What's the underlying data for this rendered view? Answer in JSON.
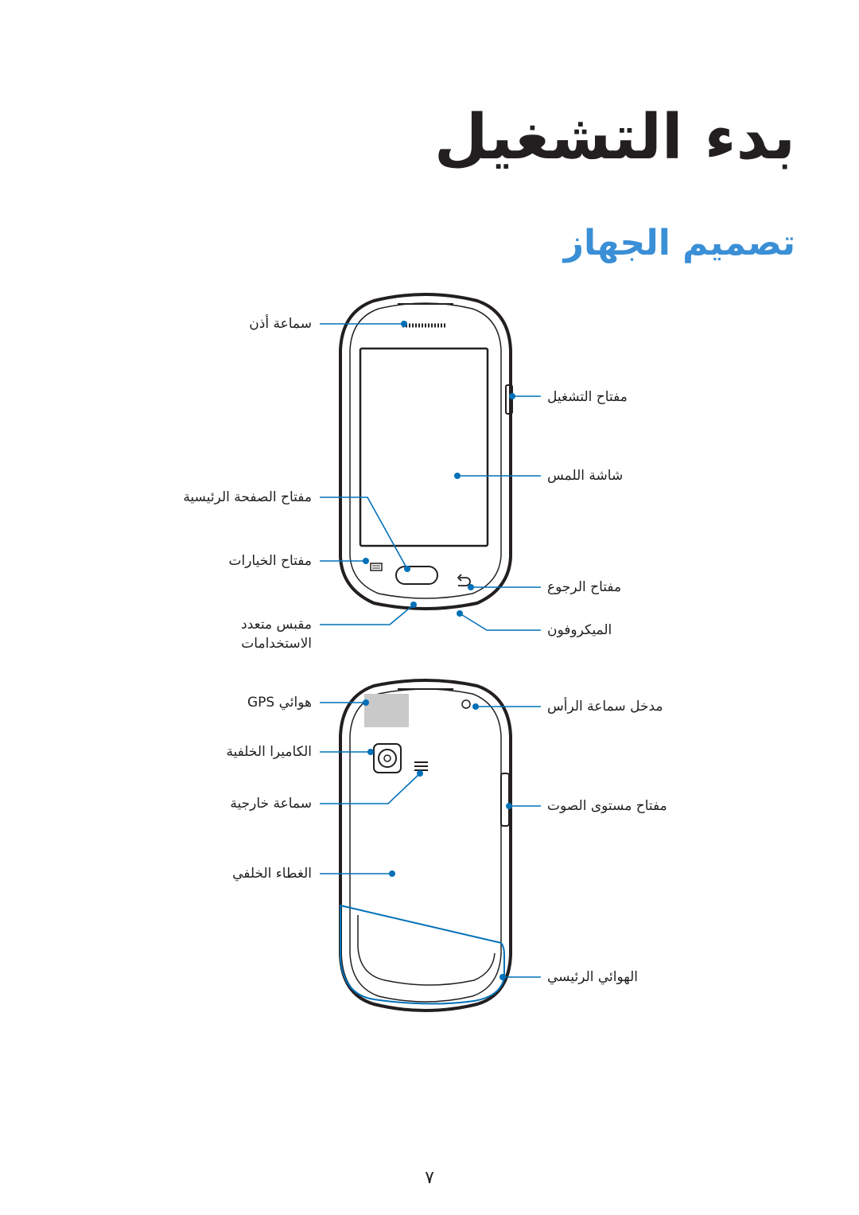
{
  "chapter_title": "بدء التشغيل",
  "section_title": "تصميم الجهاز",
  "front": {
    "left_labels": {
      "earpiece": "سماعة أذن",
      "home_key": "مفتاح الصفحة الرئيسية",
      "options_key": "مفتاح الخيارات",
      "multipurpose_jack_line1": "مقبس متعدد",
      "multipurpose_jack_line2": "الاستخدامات"
    },
    "right_labels": {
      "power_key": "مفتاح التشغيل",
      "touch_screen": "شاشة اللمس",
      "back_key": "مفتاح الرجوع",
      "microphone": "الميكروفون"
    }
  },
  "back": {
    "left_labels": {
      "gps_antenna": "هوائي GPS",
      "rear_camera": "الكاميرا الخلفية",
      "speaker": "سماعة خارجية",
      "back_cover": "الغطاء الخلفي"
    },
    "right_labels": {
      "headset_jack": "مدخل سماعة الرأس",
      "volume_key": "مفتاح مستوى الصوت",
      "main_antenna": "الهوائي الرئيسي"
    }
  },
  "page_number": "٧",
  "colors": {
    "accent": "#3a8fd6",
    "callout": "#0070b8",
    "text": "#231f20"
  }
}
